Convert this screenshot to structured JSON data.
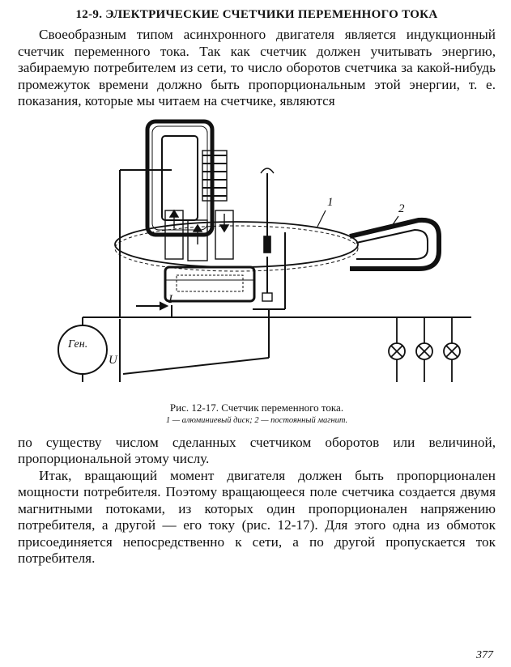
{
  "heading": "12-9. ЭЛЕКТРИЧЕСКИЕ СЧЕТЧИКИ ПЕРЕМЕННОГО ТОКА",
  "paragraph1": "Своеобразным типом асинхронного двигателя является индукционный счетчик переменного тока. Так как счетчик должен учитывать энергию, забираемую потребителем из сети, то число оборотов счетчика за какой-нибудь промежу­ток времени должно быть пропорциональным этой энергии, т. е. показания, которые мы читаем на счетчике, являются",
  "figure": {
    "label_generator": "Ген.",
    "label_voltage": "U",
    "label_current": "I",
    "label_disk": "1",
    "label_magnet": "2",
    "caption": "Рис. 12-17. Счетчик переменного тока.",
    "legend": "1 — алюминиевый диск; 2 — постоянный магнит."
  },
  "paragraph2": "по существу числом сделанных счетчиком оборотов или величиной, пропорциональной этому числу.",
  "paragraph3": "Итак, вращающий момент двигателя должен быть про­порционален мощности потребителя. Поэтому вращающее­ся поле счетчика создается двумя магнитными потоками, из которых один пропорционален напряжению потребите­ля, а другой — его току (рис. 12-17). Для этого одна из обмоток присоединяется непосредственно к сети, а по дру­гой пропускается ток потребителя.",
  "page_number": "377"
}
